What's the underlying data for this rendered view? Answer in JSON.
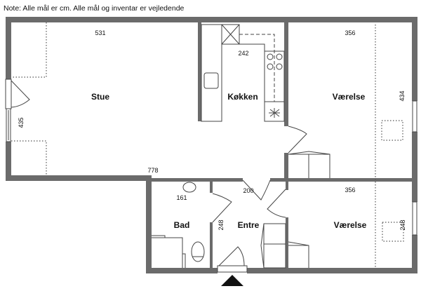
{
  "note": "Note: Alle mål er cm. Alle mål og inventar er vejledende",
  "rooms": {
    "stue": {
      "label": "Stue",
      "width": "531",
      "length": "778",
      "depth": "435"
    },
    "kokken": {
      "label": "Køkken",
      "width": "242"
    },
    "vaerelse1": {
      "label": "Værelse",
      "width": "356",
      "depth": "434"
    },
    "bad": {
      "label": "Bad",
      "width": "161"
    },
    "entre": {
      "label": "Entre",
      "width": "200",
      "depth": "248"
    },
    "vaerelse2": {
      "label": "Værelse",
      "width": "356",
      "depth": "248"
    }
  }
}
